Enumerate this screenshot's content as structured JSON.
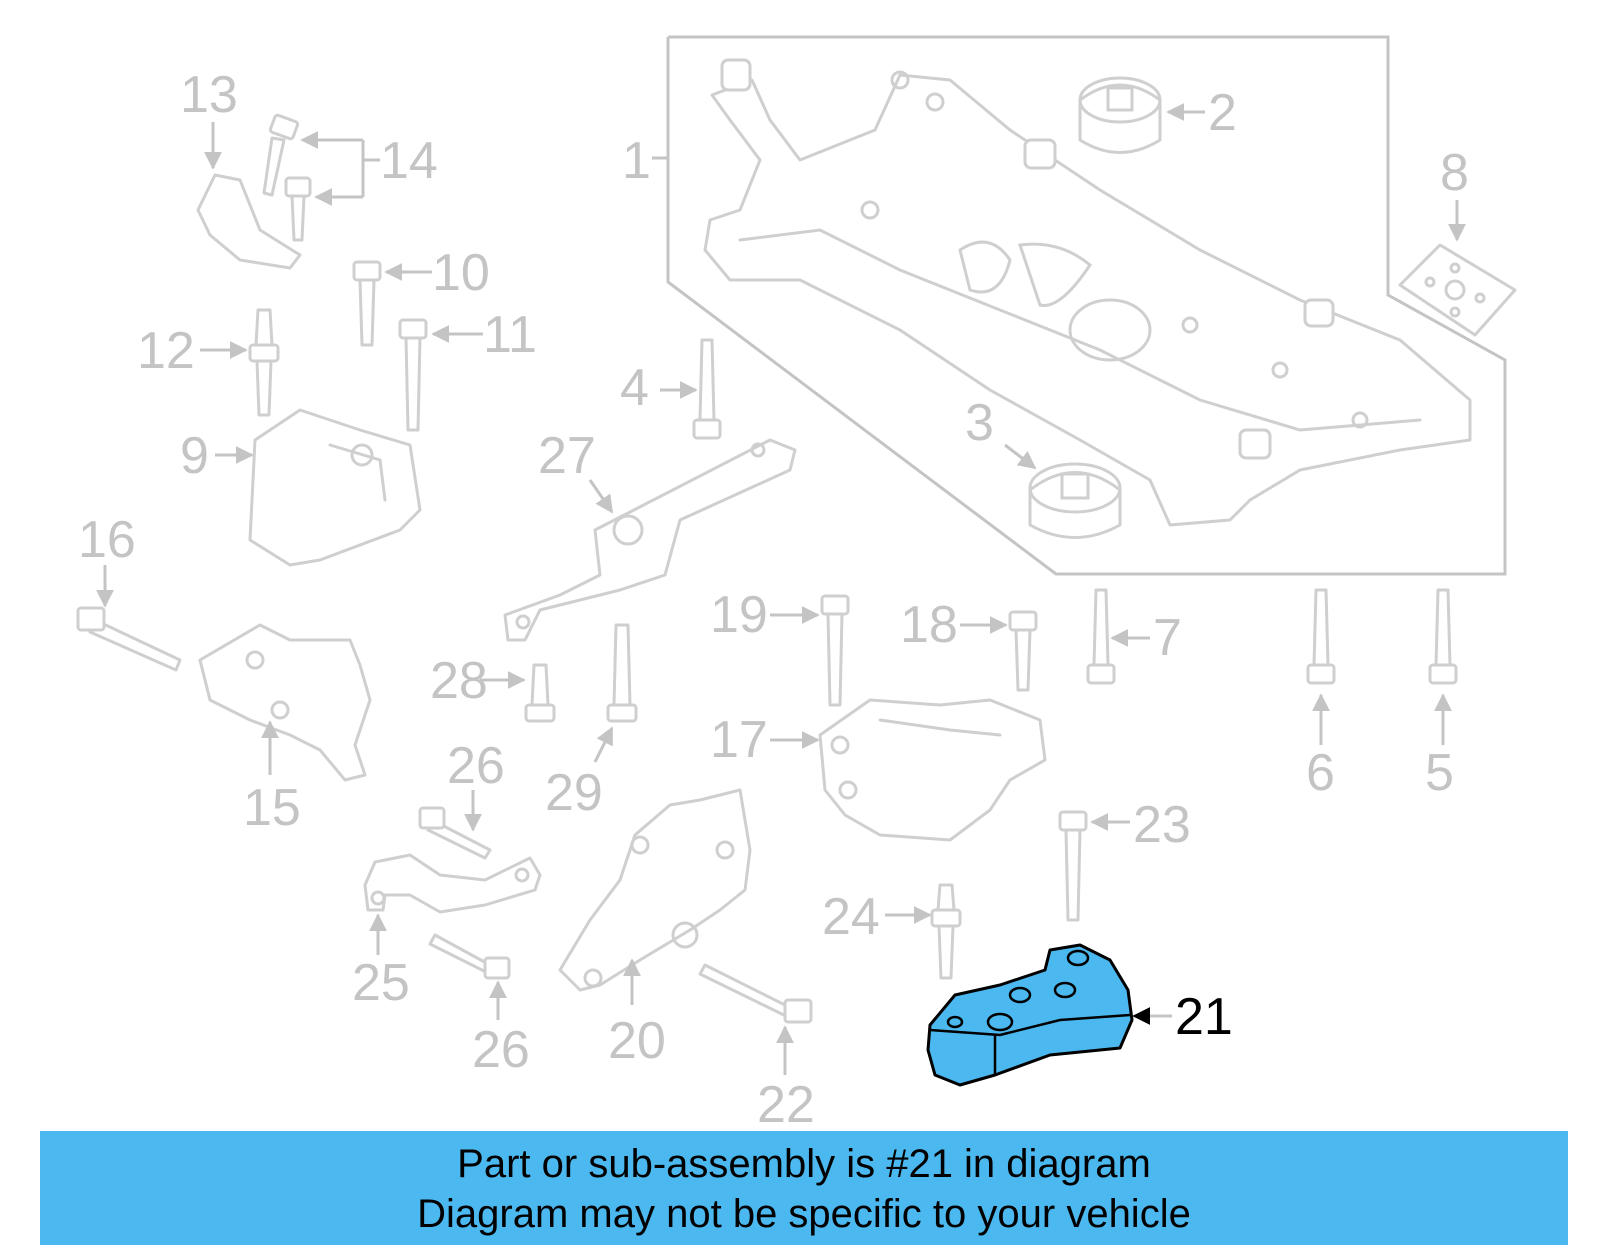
{
  "diagram": {
    "callouts": [
      {
        "id": "1",
        "label": "1"
      },
      {
        "id": "2",
        "label": "2"
      },
      {
        "id": "3",
        "label": "3"
      },
      {
        "id": "4",
        "label": "4"
      },
      {
        "id": "5",
        "label": "5"
      },
      {
        "id": "6",
        "label": "6"
      },
      {
        "id": "7",
        "label": "7"
      },
      {
        "id": "8",
        "label": "8"
      },
      {
        "id": "9",
        "label": "9"
      },
      {
        "id": "10",
        "label": "10"
      },
      {
        "id": "11",
        "label": "11"
      },
      {
        "id": "12",
        "label": "12"
      },
      {
        "id": "13",
        "label": "13"
      },
      {
        "id": "14",
        "label": "14"
      },
      {
        "id": "15",
        "label": "15"
      },
      {
        "id": "16",
        "label": "16"
      },
      {
        "id": "17",
        "label": "17"
      },
      {
        "id": "18",
        "label": "18"
      },
      {
        "id": "19",
        "label": "19"
      },
      {
        "id": "20",
        "label": "20"
      },
      {
        "id": "21",
        "label": "21"
      },
      {
        "id": "22",
        "label": "22"
      },
      {
        "id": "23",
        "label": "23"
      },
      {
        "id": "24",
        "label": "24"
      },
      {
        "id": "25",
        "label": "25"
      },
      {
        "id": "26a",
        "label": "26"
      },
      {
        "id": "26b",
        "label": "26"
      },
      {
        "id": "27",
        "label": "27"
      },
      {
        "id": "28",
        "label": "28"
      },
      {
        "id": "29",
        "label": "29"
      }
    ],
    "highlight_color": "#4cb8f0",
    "part_color": "#cfcfcf"
  },
  "banner": {
    "line1": "Part or sub-assembly is #21 in diagram",
    "line2": "Diagram may not be specific to your vehicle",
    "background": "#4cb8f0"
  }
}
